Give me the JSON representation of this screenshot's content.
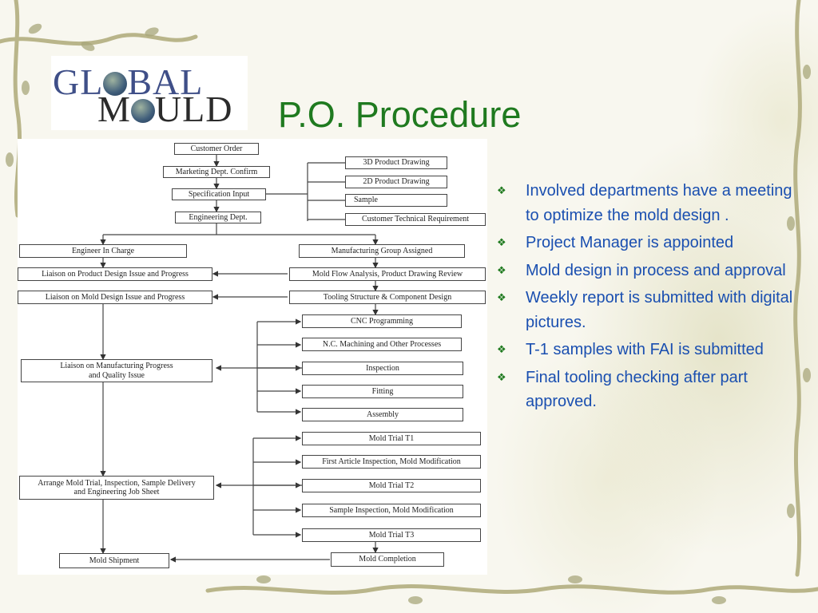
{
  "logo": {
    "line1": "GL◯BAL",
    "line2": "M◯ULD",
    "part1a": "GL",
    "part1b": "BAL",
    "part2a": "M",
    "part2b": "ULD"
  },
  "title": "P.O. Procedure",
  "flowchart": {
    "customer_order": "Customer Order",
    "marketing": "Marketing Dept. Confirm",
    "spec_input": "Specification Input",
    "engineering": "Engineering Dept.",
    "product_3d": "3D Product Drawing",
    "product_2d": "2D Product Drawing",
    "sample": "Sample",
    "customer_tech": "Customer Technical Requirement",
    "engineer_charge": "Engineer In Charge",
    "mfg_group": "Manufacturing Group Assigned",
    "liaison_product": "Liaison on Product Design Issue and Progress",
    "mold_flow": "Mold Flow Analysis, Product Drawing Review",
    "liaison_mold": "Liaison on Mold Design Issue and Progress",
    "tooling": "Tooling Structure & Component Design",
    "cnc": "CNC Programming",
    "nc": "N.C. Machining and Other Processes",
    "liaison_mfg_1": "Liaison on Manufacturing Progress",
    "liaison_mfg_2": "and Quality Issue",
    "inspection": "Inspection",
    "fitting": "Fitting",
    "assembly": "Assembly",
    "trial_t1": "Mold Trial T1",
    "fai": "First Article Inspection, Mold Modification",
    "arrange_1": "Arrange Mold Trial, Inspection, Sample Delivery",
    "arrange_2": "and Engineering Job Sheet",
    "trial_t2": "Mold Trial T2",
    "sample_insp": "Sample Inspection, Mold Modification",
    "trial_t3": "Mold Trial T3",
    "shipment": "Mold Shipment",
    "completion": "Mold Completion"
  },
  "bullets": [
    "Involved  departments have a meeting to optimize the mold design .",
    "Project Manager is appointed",
    "Mold design in process and approval",
    "Weekly report is submitted with digital pictures.",
    "T-1 samples with FAI is submitted",
    "Final tooling checking after part approved."
  ],
  "bullet_glyph": "❖",
  "colors": {
    "title": "#1f7a1f",
    "bullet_text": "#1a4fb0",
    "background": "#f8f7ef"
  }
}
